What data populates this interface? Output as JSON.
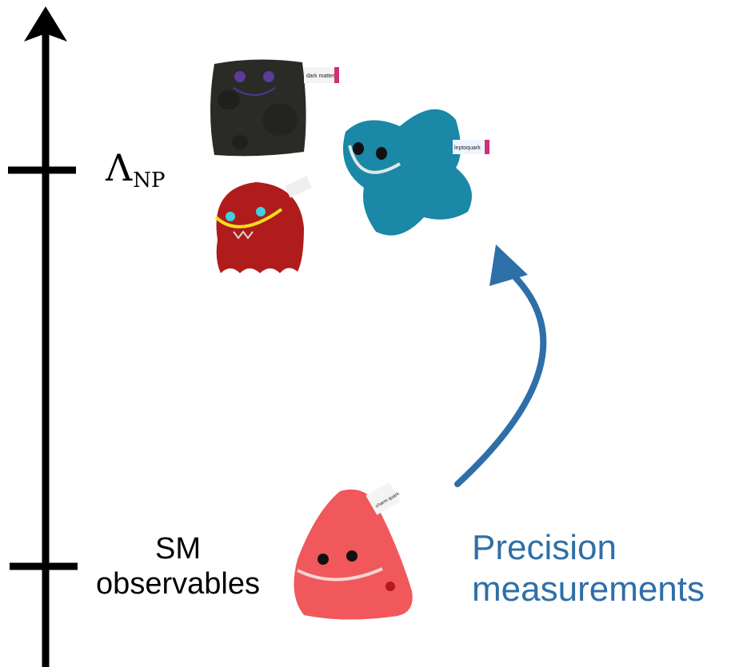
{
  "axis": {
    "upper_label_main": "Λ",
    "upper_label_sub": "NP",
    "lower_label_line1": "SM",
    "lower_label_line2": "observables"
  },
  "annotation": {
    "line1": "Precision",
    "line2": "measurements"
  },
  "plush_tags": {
    "dark_matter": "dark matter",
    "leptoquark": "leptoquark",
    "charm_quark": "charm quark"
  },
  "colors": {
    "axis": "#000000",
    "arrow": "#2f6fa8",
    "dark_matter": "#2a2a26",
    "leptoquark": "#1a88a6",
    "red_particle": "#b01c1c",
    "charm_quark": "#f0585c"
  }
}
